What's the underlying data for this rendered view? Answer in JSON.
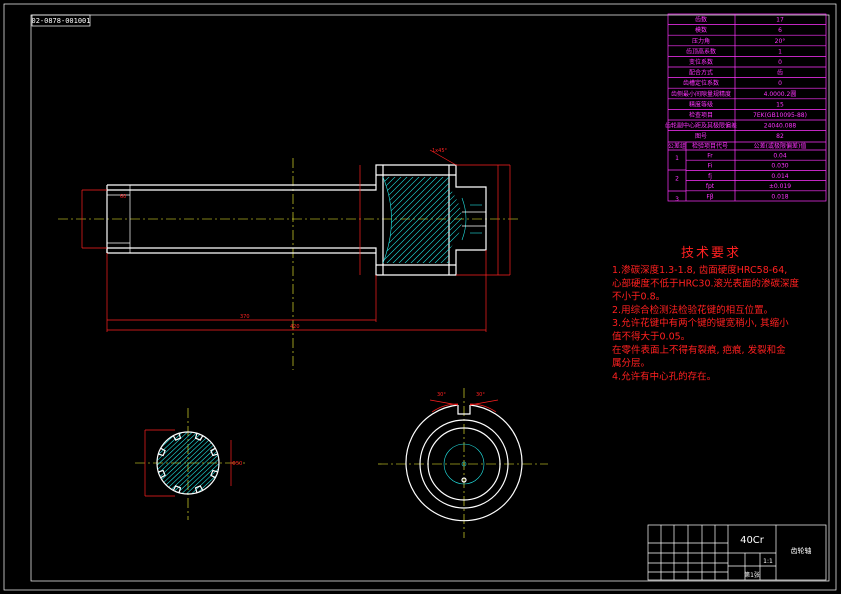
{
  "drawing_number": "02-0878-001001",
  "param_table": {
    "rows": [
      {
        "label": "齿数",
        "value": "17"
      },
      {
        "label": "模数",
        "value": "6"
      },
      {
        "label": "压力角",
        "value": "20°"
      },
      {
        "label": "齿顶高系数",
        "value": "1"
      },
      {
        "label": "变位系数",
        "value": "0"
      },
      {
        "label": "配合方式",
        "value": "齿"
      },
      {
        "label": "齿槽定位系数",
        "value": "0"
      },
      {
        "label": "齿侧最小间隙量规精度",
        "value": "4.0000.2圆"
      },
      {
        "label": "精度等级",
        "value": "15"
      },
      {
        "label": "检查项目",
        "value": "7EK(GB10095-88)"
      },
      {
        "label": "齿轮副中心距及其极限偏差",
        "value": "24040.088"
      },
      {
        "label": "图号",
        "value": "82"
      }
    ],
    "header": {
      "group": "公差组",
      "item": "检验项目代号",
      "value": "公差(或极限偏差)值"
    },
    "tolerance_rows": [
      {
        "group": "1",
        "code": "Fr",
        "value": "0.04"
      },
      {
        "group": "",
        "code": "Fi",
        "value": "0.030"
      },
      {
        "group": "2",
        "code": "fj",
        "value": "0.014"
      },
      {
        "group": "",
        "code": "fpt",
        "value": "±0.019"
      },
      {
        "group": "3",
        "code": "Fβ",
        "value": "0.018"
      }
    ]
  },
  "requirements": {
    "title": "技术要求",
    "lines": [
      "1.渗碳深度1.3-1.8, 齿面硬度HRC58-64,",
      "心部硬度不低于HRC30.滚光表面的渗碳深度",
      "不小于0.8。",
      "2.用综合检测法检验花键的相互位置。",
      "3.允许花键中有两个键的键宽稍小, 其缩小",
      "值不得大于0.05。",
      "在零件表面上不得有裂痕, 疤痕, 发裂和金",
      "属分层。",
      "4.允许有中心孔的存在。"
    ]
  },
  "title_block": {
    "material": "40Cr",
    "part_name": "齿轮轴",
    "scale": "1:1",
    "sheet": "第1张"
  },
  "dimensions": {
    "overall_length": "420",
    "shaft_length": "370",
    "tooth_width": "60",
    "chamfer": "1x45°",
    "spline_dia": "Φ50",
    "keyway_angle_left": "30°",
    "keyway_angle_right": "30°"
  }
}
